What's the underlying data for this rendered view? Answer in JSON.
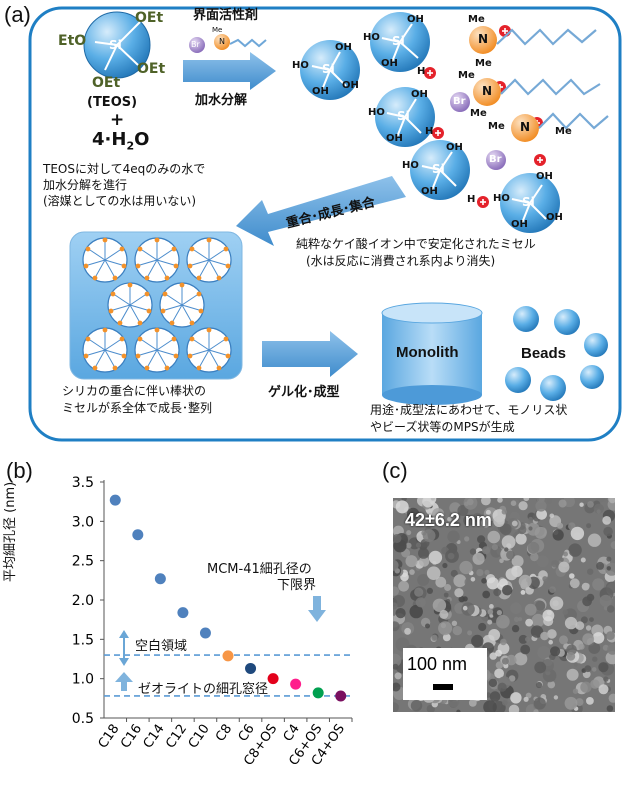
{
  "panel_a": {
    "label": "(a)",
    "teos": {
      "sub1": "OEt",
      "sub2": "EtO",
      "sub3": "OEt",
      "sub4": "OEt",
      "center": "Si",
      "name": "(TEOS)",
      "plus": "+",
      "water": "4·H",
      "water_sub": "2",
      "water_end": "O"
    },
    "surfactant_label": "界面活性剤",
    "surfactant_br": "Br",
    "surfactant_n": "N",
    "surfactant_me": "Me",
    "hydrolysis_label": "加水分解",
    "note_lines": [
      "TEOSに対して4eqのみの水で",
      "加水分解を進行",
      "(溶媒としての水は用いない)"
    ],
    "si": "Si",
    "oh": "OH",
    "ho": "HO",
    "h": "H",
    "br": "Br",
    "n": "N",
    "me": "Me",
    "poly_label": "重合･成長･集合",
    "micelle_lines": [
      "純粋なケイ酸イオン中で安定化されたミセル",
      "(水は反応に消費され系内より消失)"
    ],
    "growth_lines": [
      "シリカの重合に伴い棒状の",
      "ミセルが系全体で成長･整列"
    ],
    "gel_label": "ゲル化･成型",
    "monolith": "Monolith",
    "beads": "Beads",
    "product_lines": [
      "用途･成型法にあわせて、モノリス状",
      "やビーズ状等のMPSが生成"
    ]
  },
  "panel_b": {
    "label": "(b)",
    "mcm_lines": [
      "MCM-41細孔径の",
      "下限界"
    ],
    "gap_label": "空白領域",
    "zeolite_label": "ゼオライトの細孔窓径"
  },
  "panel_c": {
    "label": "(c)",
    "size_label": "42±6.2 nm",
    "scale_label": "100 nm"
  },
  "chart_data": {
    "type": "scatter",
    "title": "",
    "xlabel": "",
    "ylabel": "平均細孔径 (nm)",
    "categories": [
      "C18",
      "C16",
      "C14",
      "C12",
      "C10",
      "C8",
      "C6",
      "C8+OS",
      "C4",
      "C6+OS",
      "C4+OS"
    ],
    "values": [
      3.27,
      2.83,
      2.27,
      1.84,
      1.58,
      1.29,
      1.13,
      1.0,
      0.93,
      0.82,
      0.78
    ],
    "point_colors": [
      "#4f81bd",
      "#4f81bd",
      "#4f81bd",
      "#4f81bd",
      "#4f81bd",
      "#f79646",
      "#1f497d",
      "#e3001b",
      "#ff1e8c",
      "#00a050",
      "#7a1060"
    ],
    "yticks": [
      "0.5",
      "1.0",
      "1.5",
      "2.0",
      "2.5",
      "3.0",
      "3.5"
    ],
    "ylim": [
      0.5,
      3.5
    ],
    "reference_lines": [
      1.3,
      0.78
    ],
    "grid": false
  }
}
